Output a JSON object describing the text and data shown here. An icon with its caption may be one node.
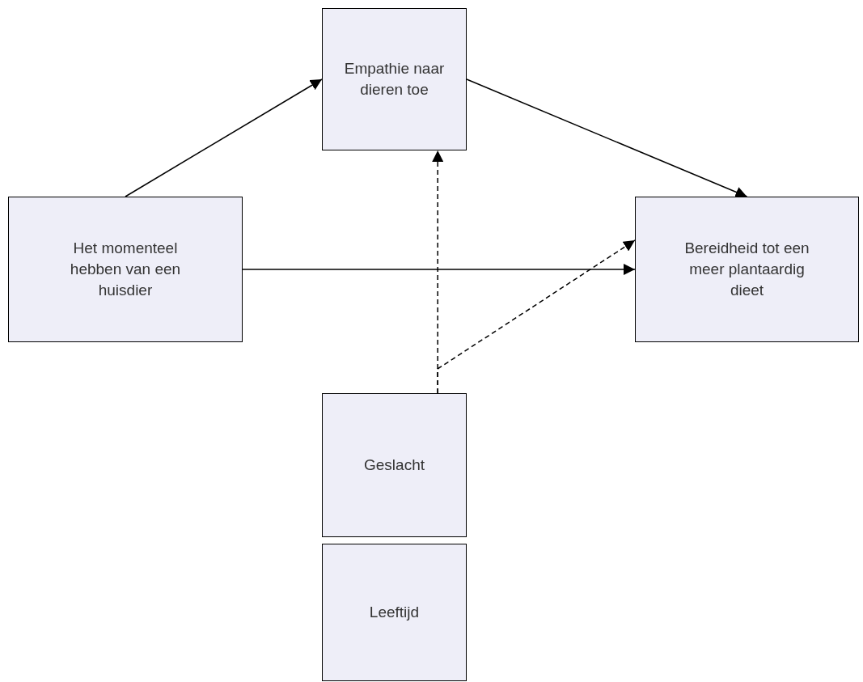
{
  "diagram": {
    "nodes": [
      {
        "text": [
          "Empathie naar dieren toe"
        ]
      },
      {
        "text": [
          "Het momenteel hebben van een huisdier"
        ]
      },
      {
        "text": [
          "Bereidheid tot een meer plantaardig dieet"
        ]
      },
      {
        "text": [
          "Geslacht"
        ]
      },
      {
        "text": [
          "Leeftijd"
        ]
      }
    ],
    "edges": [
      {
        "from": 1,
        "to": 0,
        "arrow": "to"
      },
      {
        "from": 0,
        "to": 2,
        "arrow": "to"
      },
      {
        "from": 1,
        "to": 2,
        "arrow": "to"
      },
      {
        "from": 3,
        "to": 0,
        "arrow": "to",
        "style": "dashed"
      },
      {
        "from": 3,
        "to": 2,
        "arrow": "to",
        "style": "dashed"
      }
    ]
  }
}
